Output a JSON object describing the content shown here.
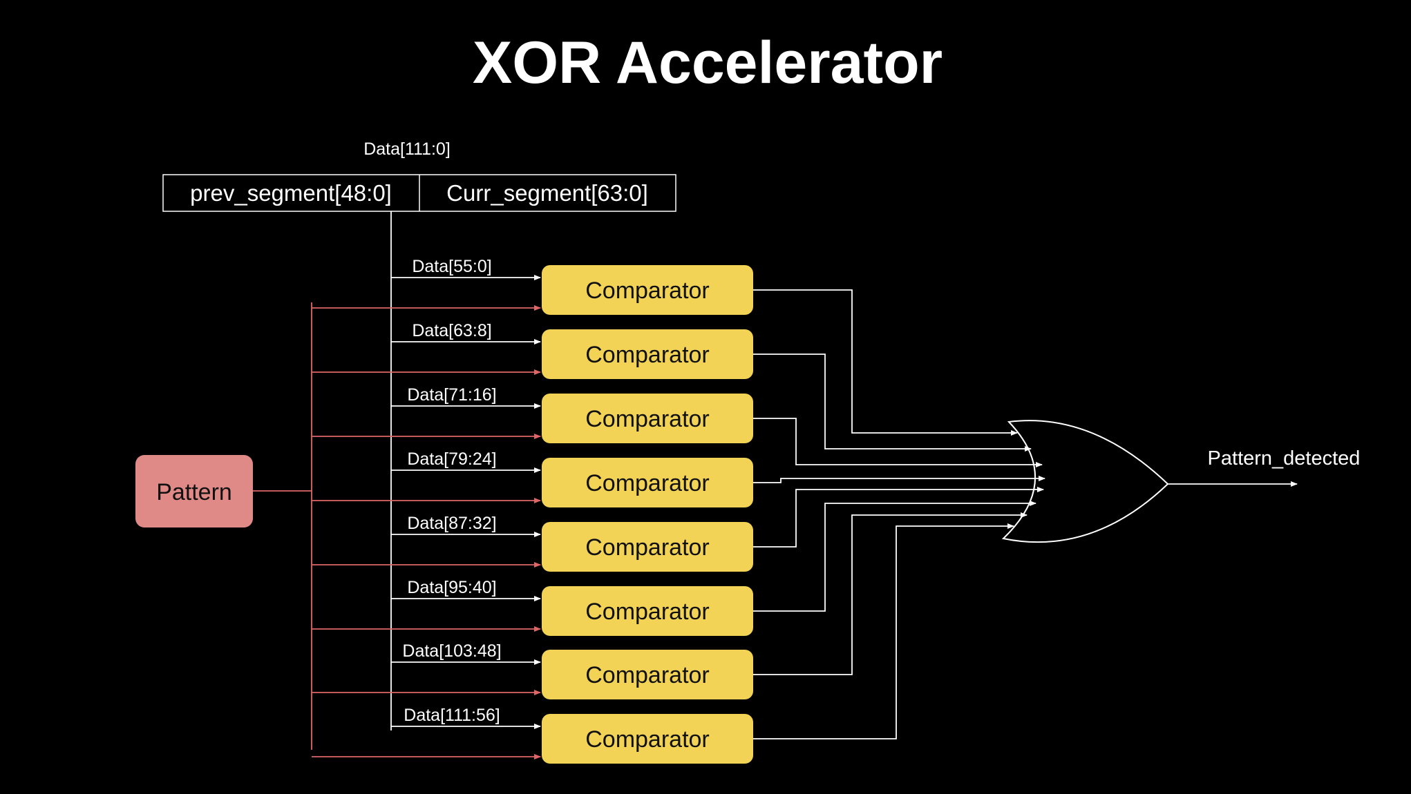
{
  "title": "XOR Accelerator",
  "data_bus_label": "Data[111:0]",
  "segments": {
    "prev": "prev_segment[48:0]",
    "curr": "Curr_segment[63:0]"
  },
  "pattern": {
    "label": "Pattern",
    "color": "#e08a87"
  },
  "comparator_color": "#f2d356",
  "comparators": [
    {
      "data_label": "Data[55:0]",
      "label": "Comparator"
    },
    {
      "data_label": "Data[63:8]",
      "label": "Comparator"
    },
    {
      "data_label": "Data[71:16]",
      "label": "Comparator"
    },
    {
      "data_label": "Data[79:24]",
      "label": "Comparator"
    },
    {
      "data_label": "Data[87:32]",
      "label": "Comparator"
    },
    {
      "data_label": "Data[95:40]",
      "label": "Comparator"
    },
    {
      "data_label": "Data[103:48]",
      "label": "Comparator"
    },
    {
      "data_label": "Data[111:56]",
      "label": "Comparator"
    }
  ],
  "output_label": "Pattern_detected",
  "gate_type": "OR"
}
